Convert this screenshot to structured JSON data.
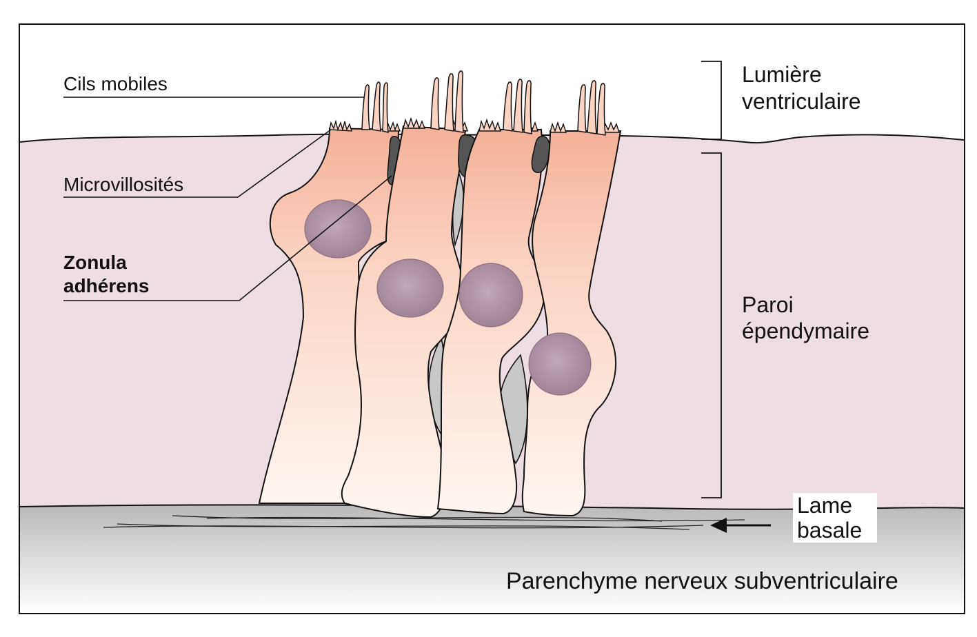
{
  "labels": {
    "cilia": "Cils mobiles",
    "microvilli": "Microvillosités",
    "zonula_line1": "Zonula",
    "zonula_line2": "adhérens",
    "lumen_line1": "Lumière",
    "lumen_line2": "ventriculaire",
    "wall_line1": "Paroi",
    "wall_line2": "épendymaire",
    "basal_line1": "Lame",
    "basal_line2": "basale",
    "parenchyma": "Parenchyme nerveux subventriculaire"
  },
  "colors": {
    "wall_fill": "#eedde3",
    "cell_fill": "#fbd7c6",
    "cell_fill_dark": "#f6b79f",
    "nucleus_fill": "#a98a9d",
    "junction_fill": "#555555",
    "gap_fill": "#c8c8c8",
    "basal_fill": "#c4c4c4"
  }
}
